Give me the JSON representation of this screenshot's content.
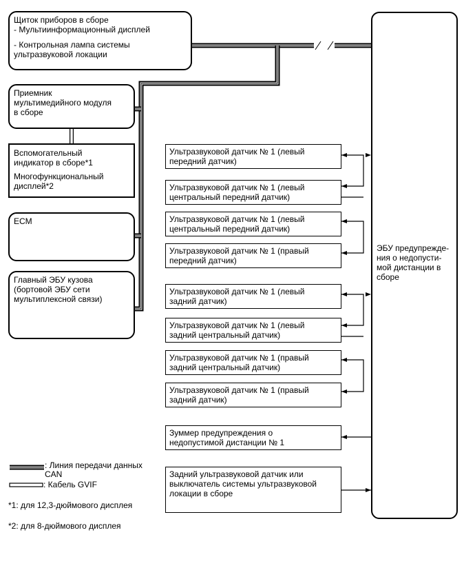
{
  "cluster": {
    "title": "Щиток приборов в сборе",
    "item1": "- Мультиинформационный дисплей",
    "item2_l1": "- Контрольная лампа системы",
    "item2_l2": "ультразвуковой локации"
  },
  "receiver": {
    "l1": "Приемник",
    "l2": "мультимедийного модуля",
    "l3": "в сборе"
  },
  "aux": {
    "l1": "Вспомогательный",
    "l2": "индикатор в сборе*1",
    "l3": "Многофункциональный",
    "l4": "дисплей*2"
  },
  "ecm": {
    "label": "ECM"
  },
  "body_ecu": {
    "l1": "Главный ЭБУ кузова",
    "l2": "(бортовой ЭБУ сети",
    "l3": "мультиплексной связи)"
  },
  "warning_ecu": {
    "l1": "ЭБУ предупрежде-",
    "l2": "ния о недопусти-",
    "l3": "мой дистанции в",
    "l4": "сборе"
  },
  "sensors": [
    {
      "l1": "Ультразвуковой датчик № 1 (левый",
      "l2": "передний датчик)"
    },
    {
      "l1": "Ультразвуковой датчик № 1 (левый",
      "l2": "центральный передний датчик)"
    },
    {
      "l1": "Ультразвуковой датчик № 1 (левый",
      "l2": "центральный передний датчик)"
    },
    {
      "l1": "Ультразвуковой датчик № 1 (правый",
      "l2": "передний датчик)"
    },
    {
      "l1": "Ультразвуковой датчик № 1 (левый",
      "l2": "задний датчик)"
    },
    {
      "l1": "Ультразвуковой датчик № 1 (левый",
      "l2": "задний центральный датчик)"
    },
    {
      "l1": "Ультразвуковой датчик № 1 (правый",
      "l2": "задний центральный датчик)"
    },
    {
      "l1": "Ультразвуковой датчик № 1 (правый",
      "l2": "задний датчик)"
    }
  ],
  "buzzer": {
    "l1": "Зуммер предупреждения о",
    "l2": "недопустимой дистанции № 1"
  },
  "switch": {
    "l1": "Задний ультразвуковой датчик или",
    "l2": "выключатель системы ультразвуковой",
    "l3": "локации в сборе"
  },
  "legend": {
    "can_l1": ": Линия передачи данных",
    "can_l2": "CAN",
    "gvif": ": Кабель GVIF",
    "note1": "*1: для 12,3-дюймового дисплея",
    "note2": "*2: для 8-дюймового дисплея"
  }
}
